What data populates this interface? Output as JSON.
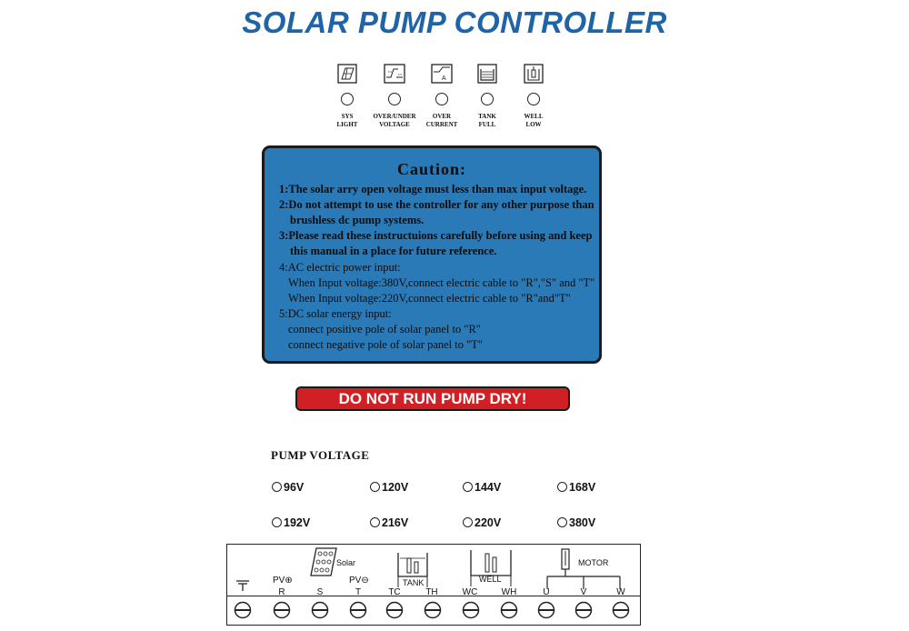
{
  "title": "SOLAR PUMP CONTROLLER",
  "indicators": [
    {
      "icon": "solar-panel-icon",
      "label": "SYS\nLIGHT"
    },
    {
      "icon": "voltage-wave-icon",
      "label": "OVER/UNDER\nVOLTAGE"
    },
    {
      "icon": "current-wave-icon",
      "label": "OVER\nCURRENT"
    },
    {
      "icon": "tank-icon",
      "label": "TANK\nFULL"
    },
    {
      "icon": "well-icon",
      "label": "WELL\nLOW"
    }
  ],
  "caution": {
    "heading": "Caution:",
    "lines": [
      "1:The solar arry open voltage must less than max input voltage.",
      "2:Do not attempt to use the controller for any other purpose than",
      "brushless dc pump systems.",
      "3:Please read these instructuions carefully before using and keep",
      "this manual  in a place for future reference.",
      "4:AC electric power input:",
      "When Input voltage:380V,connect electric cable to \"R\",\"S\" and \"T\"",
      "When Input voltage:220V,connect electric cable to \"R\"and\"T\"",
      "5:DC solar energy input:",
      "connect positive pole of  solar panel to \"R\"",
      "connect negative pole of  solar panel to \"T\""
    ]
  },
  "warning": "DO NOT RUN PUMP DRY!",
  "pump_voltage": {
    "label": "PUMP  VOLTAGE",
    "options": [
      "96V",
      "120V",
      "144V",
      "168V",
      "192V",
      "216V",
      "220V",
      "380V"
    ]
  },
  "terminal_block": {
    "solar_label": "Solar",
    "tank_label": "TANK",
    "well_label": "WELL",
    "motor_label": "MOTOR",
    "pv_plus": "PV⊕",
    "pv_minus": "PV⊖",
    "terminals": [
      "",
      "R",
      "S",
      "T",
      "TC",
      "TH",
      "WC",
      "WH",
      "U",
      "V",
      "W"
    ]
  }
}
